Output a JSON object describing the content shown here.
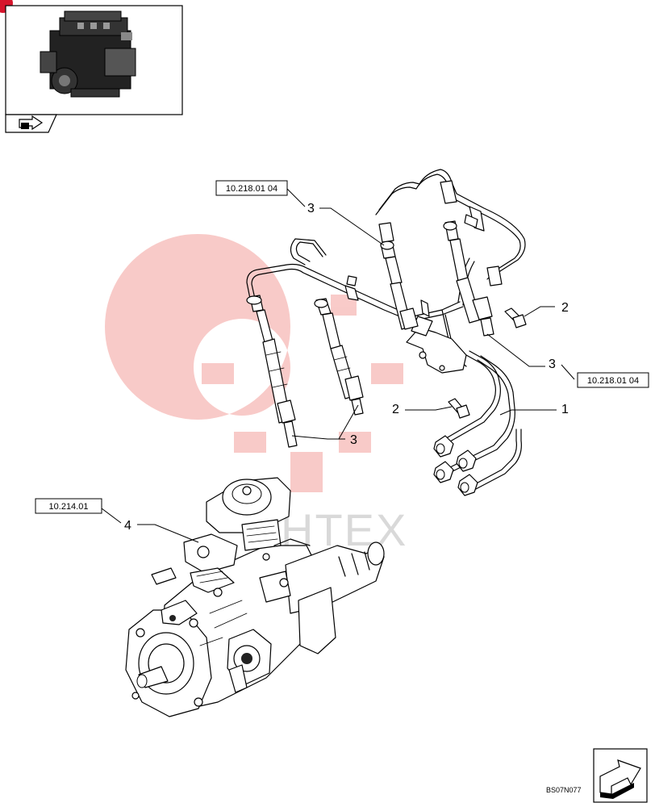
{
  "references": {
    "ref_injectors_left": "10.218.01 04",
    "ref_injectors_right": "10.218.01 04",
    "ref_pump": "10.214.01"
  },
  "callouts": {
    "c3_top": "3",
    "c2_right": "2",
    "c3_right": "3",
    "c2_mid": "2",
    "c1": "1",
    "c3_bottom": "3",
    "c4": "4"
  },
  "watermark_text": "HTEX",
  "drawing_code": "BS07N077",
  "icons": {
    "thumbnail": "engine-thumbnail",
    "back": "back-arrow-icon",
    "next": "next-page-arrow-icon"
  },
  "colors": {
    "watermark": "#e8453c",
    "badge": "#d6152c"
  }
}
